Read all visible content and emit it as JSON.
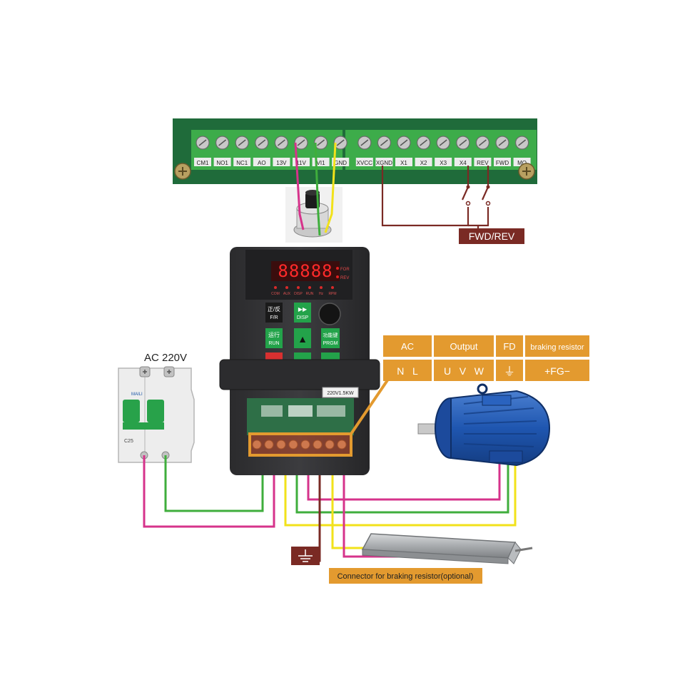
{
  "terminal_block": {
    "terminals": [
      "CM1",
      "NO1",
      "NC1",
      "AO",
      "13V",
      "11V",
      "VI1",
      "GND",
      "XVCC",
      "XGND",
      "X1",
      "X2",
      "X3",
      "X4",
      "REV",
      "FWD",
      "MO"
    ]
  },
  "fwd_rev_label": "FWD/REV",
  "breaker": {
    "supply_label": "AC 220V",
    "brand_text": "MAILI",
    "rating_text": "C25"
  },
  "inverter": {
    "display_digits": "88888",
    "indicator_fwd": "FOR",
    "indicator_rev": "REV",
    "status_leds": [
      "COM",
      "AUX",
      "DISP",
      "RUN",
      "Hz",
      "RPM"
    ],
    "keys": {
      "fr_top": "正/反",
      "fr_bottom": "F/R",
      "disp_top": "▶▶",
      "disp_bottom": "DISP",
      "run_top": "运行",
      "run_bottom": "RUN",
      "up_top": "▲",
      "prgm_top": "功能键",
      "prgm_bottom": "PRGM"
    },
    "rating_label": "220V1.5KW"
  },
  "terminal_legend": {
    "headers": [
      "AC",
      "Output",
      "FD",
      "braking resistor"
    ],
    "values": [
      "N   L",
      "U   V   W",
      "⏚",
      "+FG−"
    ]
  },
  "ground_symbol": "⏚",
  "braking_resistor_label": "Connector for braking resistor(optional)",
  "colors": {
    "accent_orange": "#e39a2f",
    "wire_magenta": "#d6338b",
    "wire_green": "#3fae3c",
    "wire_yellow": "#f2e21a",
    "wire_brown": "#7a2a24",
    "pcb_green": "#1f6b3a"
  }
}
